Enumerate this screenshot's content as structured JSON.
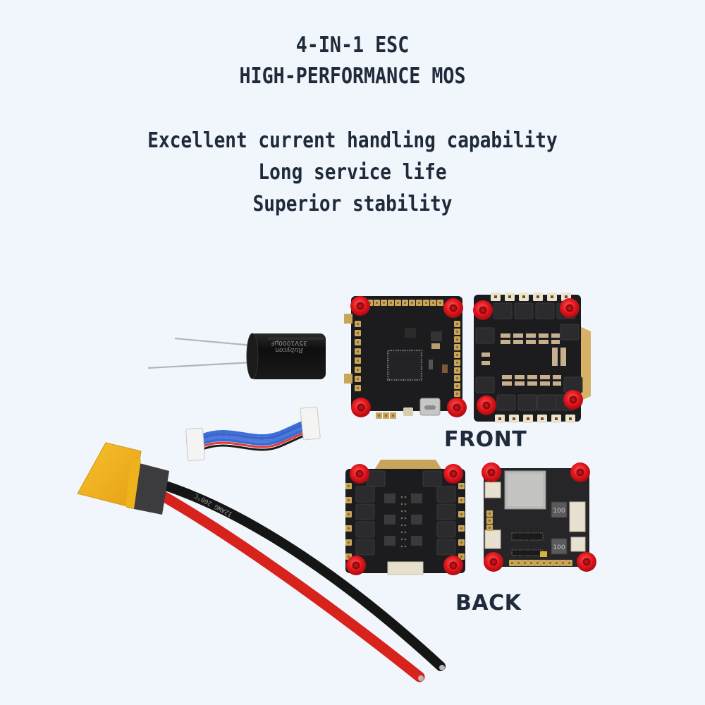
{
  "header": {
    "title_line1": "4-IN-1 ESC",
    "title_line2": "HIGH-PERFORMANCE MOS"
  },
  "features": [
    "Excellent current handling capability",
    "Long service life",
    "Superior stability"
  ],
  "labels": {
    "front": "FRONT",
    "back": "BACK"
  },
  "components": {
    "capacitor": {
      "brand": "Rubycon",
      "rating": "35V1000µF"
    },
    "power_cable": {
      "marking": "12AWG 200°C",
      "connector": "XT-style yellow connector"
    },
    "ribbon_cable": {
      "description": "8-pin JST ribbon cable"
    },
    "boards": [
      {
        "view": "front",
        "type": "flight-controller"
      },
      {
        "view": "front",
        "type": "4-in-1 ESC"
      },
      {
        "view": "back",
        "type": "4-in-1 ESC"
      },
      {
        "view": "back",
        "type": "flight-controller"
      }
    ],
    "inductor_marking": "100"
  },
  "colors": {
    "background": "#f1f6fc",
    "text": "#1f2a3a",
    "standoff_red": "#e0141c",
    "pcb_black": "#1c1c1e",
    "gold_pad": "#c9a55a",
    "connector_yellow": "#f0b21a",
    "wire_red": "#d8221c",
    "wire_black": "#151515"
  }
}
